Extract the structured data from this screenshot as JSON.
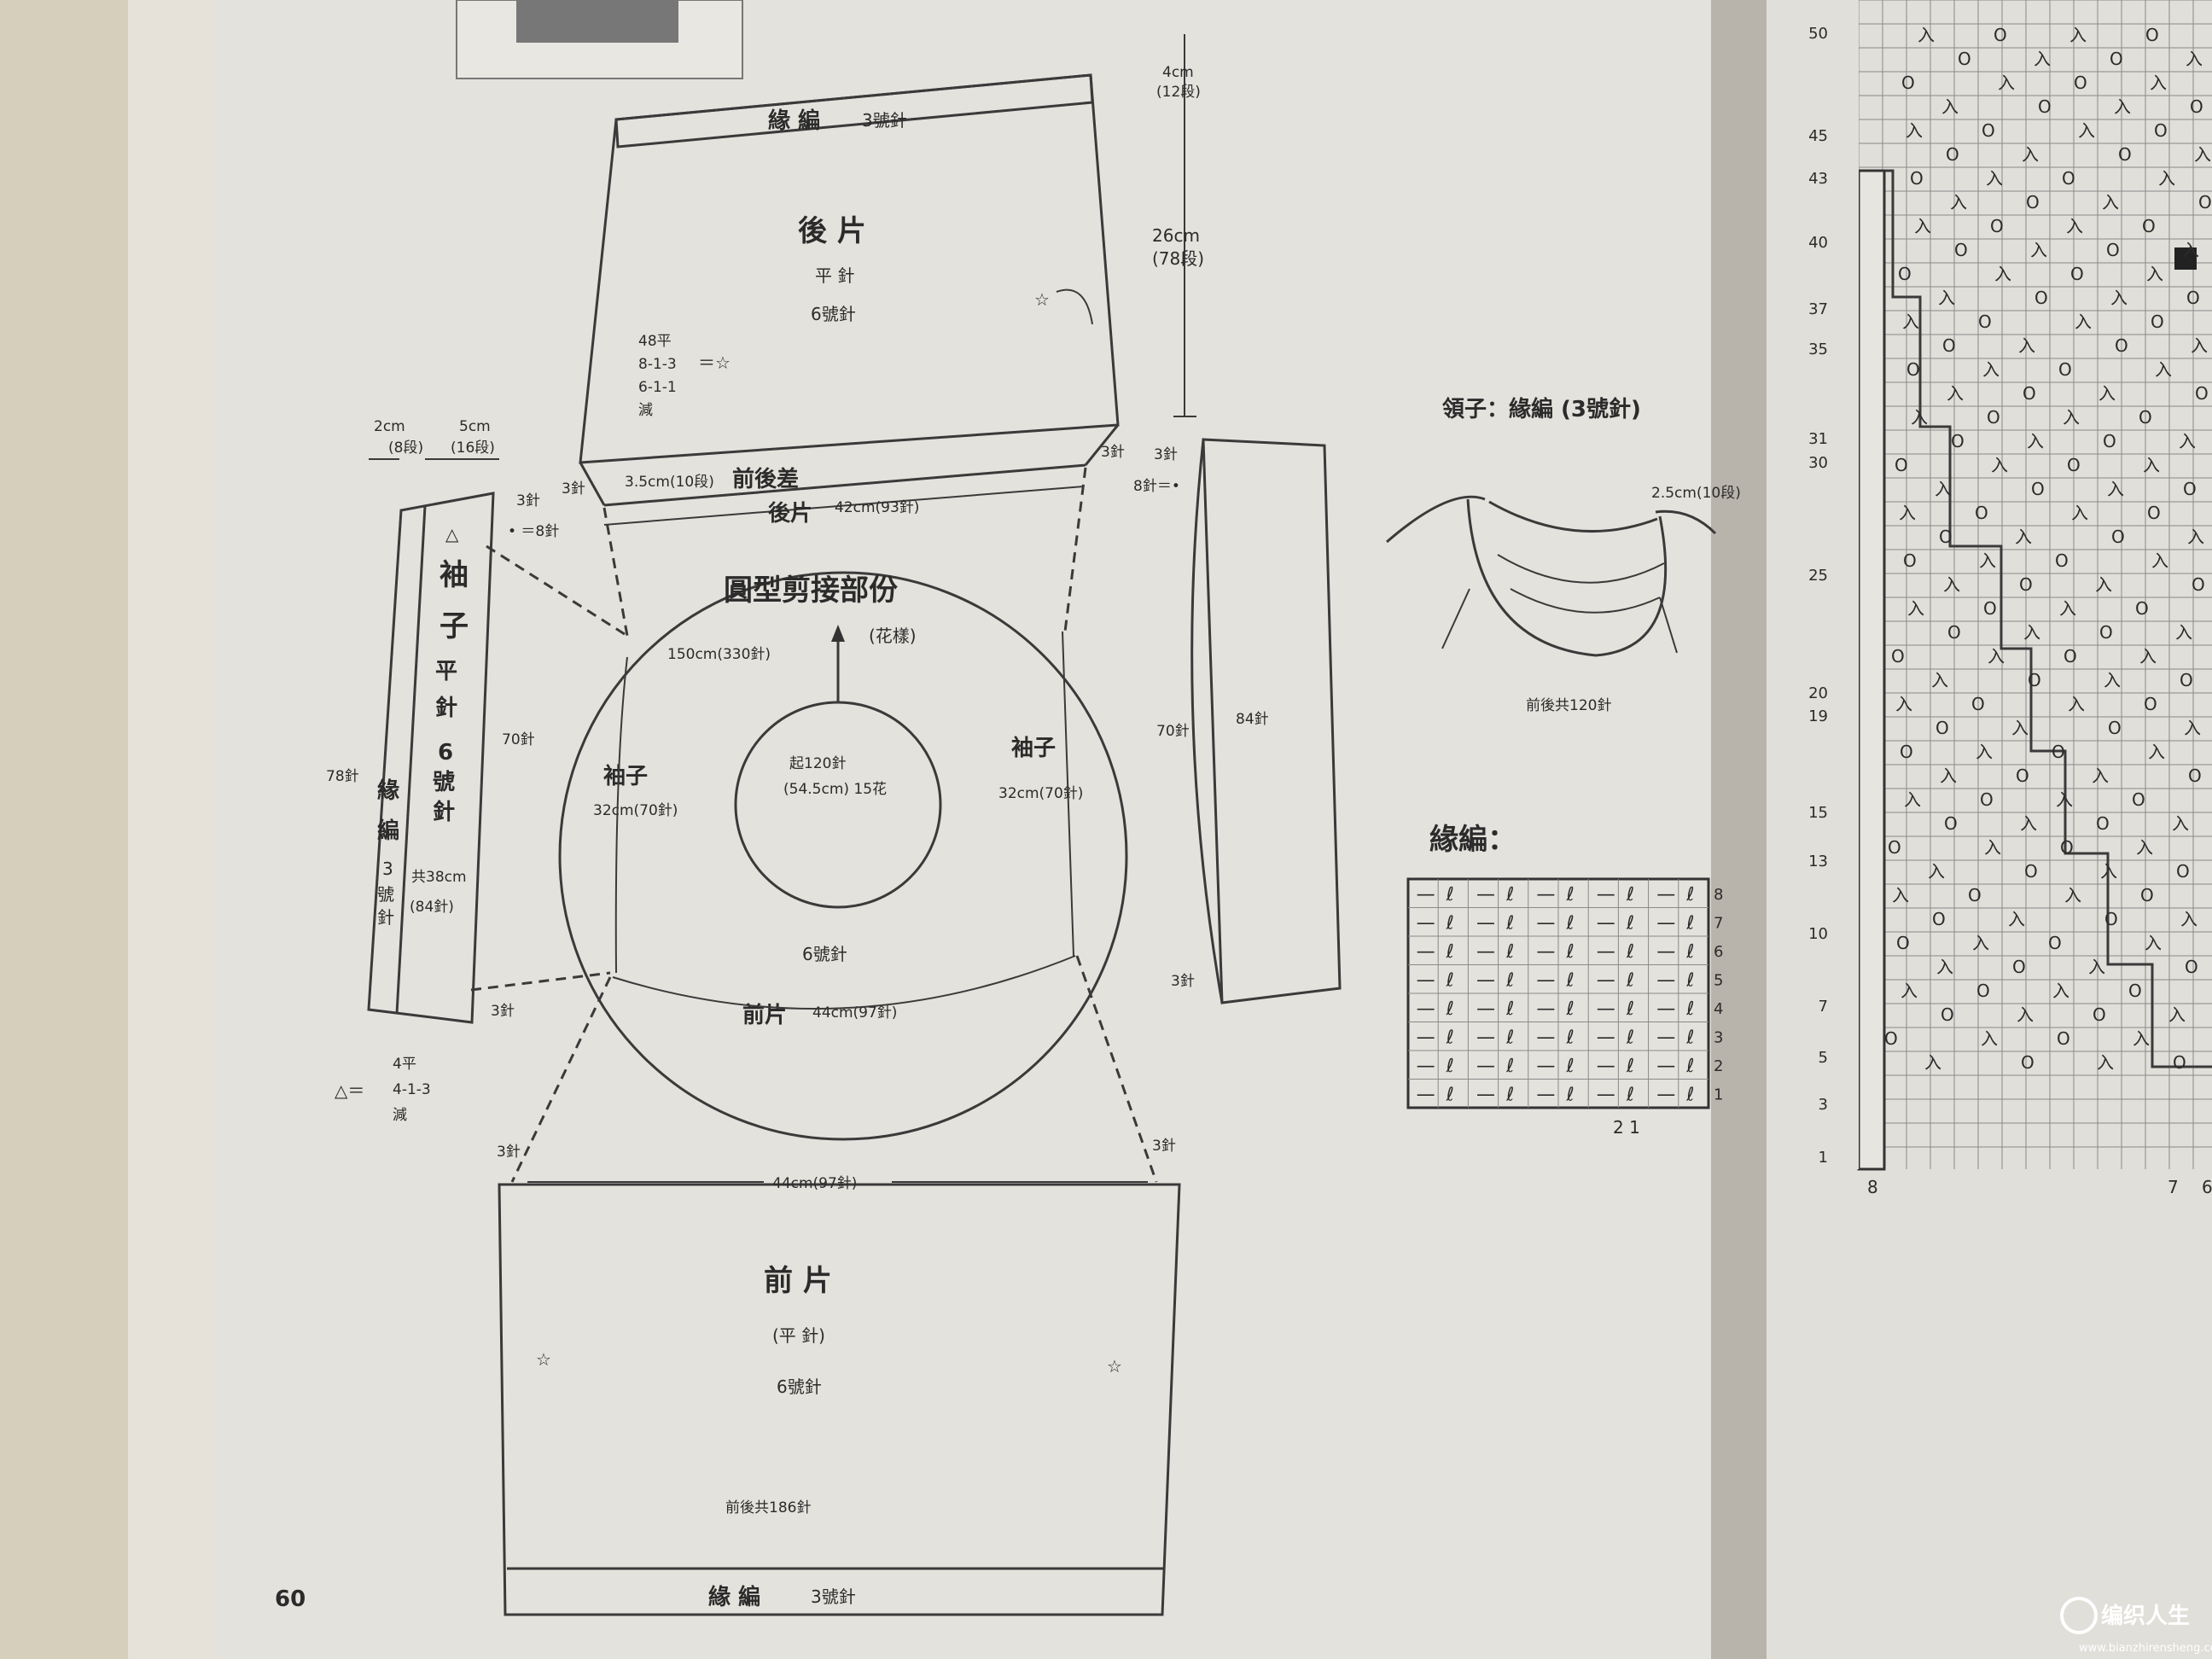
{
  "page": {
    "number": "60",
    "watermark_domain": "www.bianzhirensheng.com",
    "watermark_brand": "编织人生"
  },
  "back": {
    "border_label": "緣 編",
    "border_needle": "3號針",
    "title": "後 片",
    "stitch": "平 針",
    "needle": "6號針",
    "dec": [
      "48平",
      "8-1-3",
      "6-1-1",
      "減"
    ],
    "dec_eq": "＝☆",
    "star": "☆",
    "side_rows": "3.5cm(10段)",
    "side_label": "前後差",
    "bottom_width_label": "後片",
    "bottom_width": "42cm(93針)",
    "left_sts": "3針",
    "right_sts": "3針"
  },
  "right_dims": {
    "top": "4cm",
    "top_rows": "(12段)",
    "main": "26cm",
    "main_rows": "(78段)"
  },
  "sleeve_left": {
    "w1": "2cm",
    "w1_rows": "(8段)",
    "w2": "5cm",
    "w2_rows": "(16段)",
    "top_sts": "3針",
    "top_mark": "• ＝8針",
    "triangle": "△",
    "title": [
      "袖",
      "子"
    ],
    "stitch": [
      "平",
      "針"
    ],
    "needle": [
      "6",
      "號",
      "針"
    ],
    "border": [
      "緣",
      "編"
    ],
    "border_needle": [
      "3",
      "號",
      "針"
    ],
    "left_sts": "78針",
    "right_sts": "70針",
    "total": "共38cm",
    "total_sts": "(84針)",
    "bottom_sts": "3針",
    "note_sym": "△＝",
    "note": [
      "4平",
      "4-1-3",
      "減"
    ]
  },
  "sleeve_right": {
    "top_sts": "3針",
    "mark": "8針＝•",
    "inner": "70針",
    "outer": "84針",
    "bottom_sts": "3針"
  },
  "circle": {
    "title": "圓型剪接部份",
    "pattern": "(花樣)",
    "outer": "150cm(330針)",
    "cast_on": "起120針",
    "cast_on_detail": "(54.5cm) 15花",
    "sleeve_l": "袖子",
    "sleeve_l_dim": "32cm(70針)",
    "sleeve_r": "袖子",
    "sleeve_r_dim": "32cm(70針)",
    "needle": "6號針",
    "front_label": "前片",
    "front_dim": "44cm(97針)"
  },
  "front": {
    "top_width": "44cm(97針)",
    "left_sts": "3針",
    "right_sts": "3針",
    "title": "前 片",
    "stitch": "(平 針)",
    "needle": "6號針",
    "star": "☆",
    "total": "前後共186針",
    "border_label": "緣 編",
    "border_needle": "3號針"
  },
  "collar": {
    "title": "領子：緣編 (3號針)",
    "depth": "2.5cm(10段)",
    "total": "前後共120針"
  },
  "edging": {
    "title": "緣編：",
    "row_numbers": [
      "8",
      "7",
      "6",
      "5",
      "4",
      "3",
      "2",
      "1"
    ],
    "col_numbers": "2  1",
    "symbols": {
      "purl": "—",
      "twist": "ℓ"
    }
  },
  "right_chart": {
    "row_labels": [
      "50",
      "45",
      "43",
      "40",
      "37",
      "35",
      "31",
      "30",
      "25",
      "20",
      "19",
      "15",
      "13",
      "10",
      "7",
      "5",
      "3",
      "1"
    ],
    "col_labels": [
      "8",
      "7",
      "6"
    ],
    "symbols": {
      "yo": "O",
      "dec": "入"
    }
  }
}
